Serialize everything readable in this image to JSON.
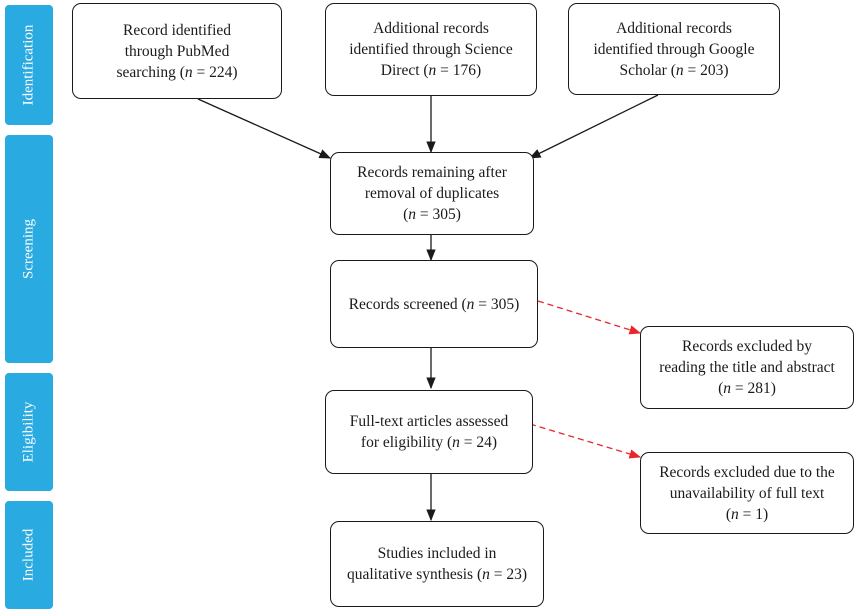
{
  "stages": [
    {
      "id": "identification",
      "label": "Identification"
    },
    {
      "id": "screening",
      "label": "Screening"
    },
    {
      "id": "eligibility",
      "label": "Eligibility"
    },
    {
      "id": "included",
      "label": "Included"
    }
  ],
  "boxes": {
    "pubmed": {
      "lines": [
        "Record identified",
        "through PubMed"
      ],
      "last_prefix": "searching (",
      "n_var": "n",
      "n_value": " = 224)"
    },
    "science_direct": {
      "lines": [
        "Additional records",
        "identified through Science"
      ],
      "last_prefix": "Direct (",
      "n_var": "n",
      "n_value": " = 176)"
    },
    "google_scholar": {
      "lines": [
        "Additional records",
        "identified through Google"
      ],
      "last_prefix": "Scholar (",
      "n_var": "n",
      "n_value": " = 203)"
    },
    "duplicates_removed": {
      "lines": [
        "Records remaining after",
        "removal of duplicates"
      ],
      "last_prefix": "(",
      "n_var": "n",
      "n_value": " = 305)"
    },
    "screened": {
      "lines": [],
      "last_prefix": "Records screened (",
      "n_var": "n",
      "n_value": " = 305)"
    },
    "excluded_title": {
      "lines": [
        "Records excluded by",
        "reading the title and abstract"
      ],
      "last_prefix": "(",
      "n_var": "n",
      "n_value": " = 281)"
    },
    "fulltext": {
      "lines": [
        "Full-text articles assessed"
      ],
      "last_prefix": "for eligibility (",
      "n_var": "n",
      "n_value": " = 24)"
    },
    "excluded_fulltext": {
      "lines": [
        "Records excluded due to the",
        "unavailability of full text"
      ],
      "last_prefix": "(",
      "n_var": "n",
      "n_value": " = 1)"
    },
    "included": {
      "lines": [
        "Studies included in"
      ],
      "last_prefix": "qualitative synthesis (",
      "n_var": "n",
      "n_value": " = 23)"
    }
  },
  "colors": {
    "stage_tab": "#29abe2",
    "arrow": "#1a1a1a",
    "exclusion_arrow": "#e8262b"
  }
}
